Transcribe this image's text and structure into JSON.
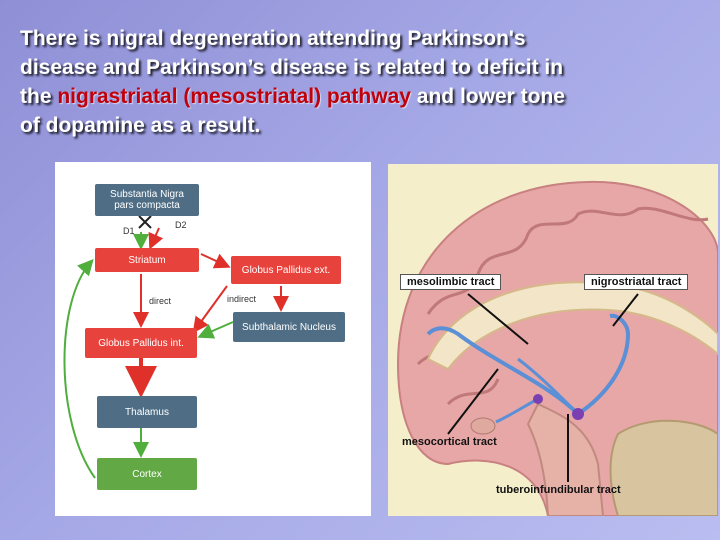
{
  "title": {
    "line1": "There is nigral degeneration attending Parkinson's",
    "line2": "disease and Parkinson’s disease is related to deficit in",
    "line3_pre": "the ",
    "line3_highlight": "nigrastriatal (mesostriatal) pathway",
    "line3_post": " and lower tone",
    "line4": "of dopamine as a result."
  },
  "flowchart": {
    "substantia_nigra_line1": "Substantia Nigra",
    "substantia_nigra_line2": "pars compacta",
    "d1": "D1",
    "d2": "D2",
    "striatum": "Striatum",
    "globus_pallidus_ext": "Globus Pallidus ext.",
    "direct": "direct",
    "indirect": "indirect",
    "subthalamic_nucleus": "Subthalamic Nucleus",
    "globus_pallidus_int": "Globus Pallidus int.",
    "thalamus": "Thalamus",
    "cortex": "Cortex"
  },
  "brain": {
    "mesolimbic": "mesolimbic tract",
    "nigrostriatal": "nigrostriatal tract",
    "mesocortical": "mesocortical tract",
    "tuberoinfundibular": "tuberoinfundibular tract"
  },
  "colors": {
    "box_blue": "#4f6e86",
    "box_red": "#e8423c",
    "box_green": "#62a845",
    "arrow_red": "#e0302a",
    "arrow_green": "#4fae3c",
    "highlight": "#c0000a",
    "tract_blue": "#5b8fd6",
    "tract_purple": "#7a3fb0"
  }
}
